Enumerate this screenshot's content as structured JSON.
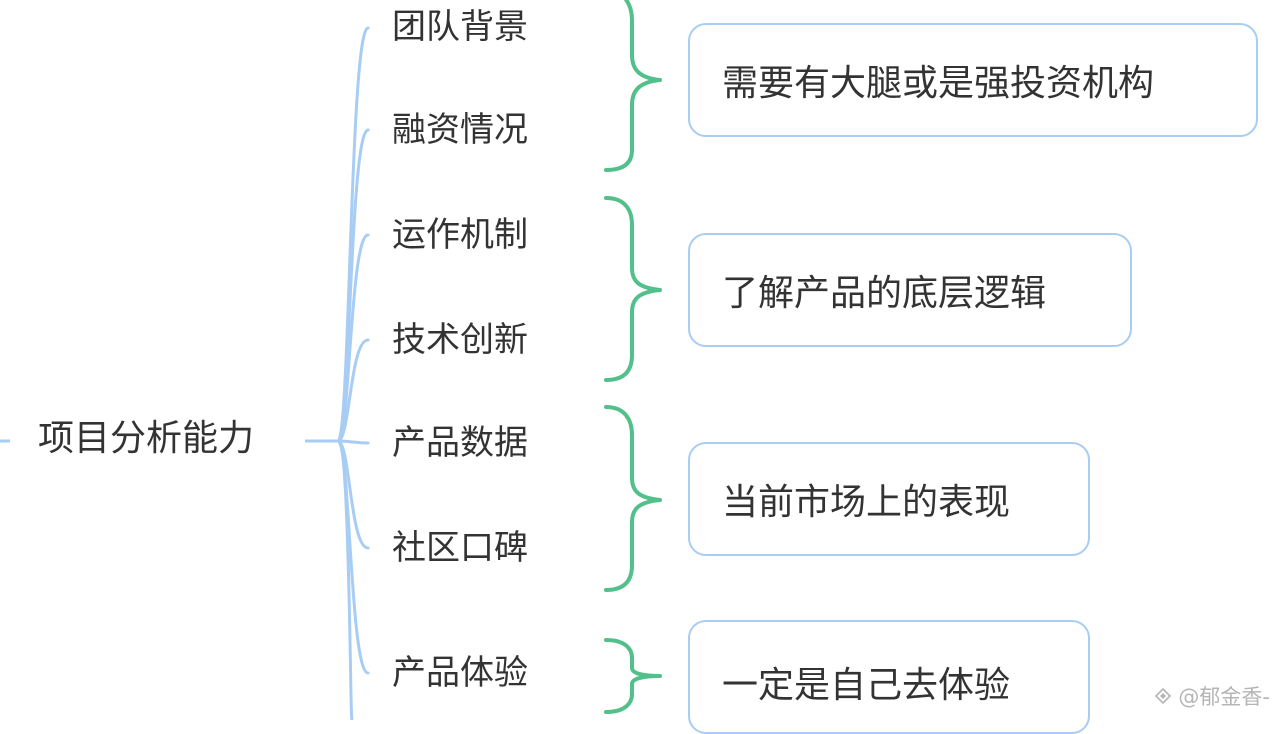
{
  "root": {
    "label": "项目分析能力"
  },
  "children": [
    {
      "label": "团队背景"
    },
    {
      "label": "融资情况"
    },
    {
      "label": "运作机制"
    },
    {
      "label": "技术创新"
    },
    {
      "label": "产品数据"
    },
    {
      "label": "社区口碑"
    },
    {
      "label": "产品体验"
    }
  ],
  "summaries": [
    {
      "label": "需要有大腿或是强投资机构"
    },
    {
      "label": "了解产品的底层逻辑"
    },
    {
      "label": "当前市场上的表现"
    },
    {
      "label": "一定是自己去体验"
    }
  ],
  "watermark": {
    "text": "@郁金香-"
  },
  "colors": {
    "branch": "#a8cdf4",
    "brace": "#52c08a",
    "text": "#333333"
  }
}
